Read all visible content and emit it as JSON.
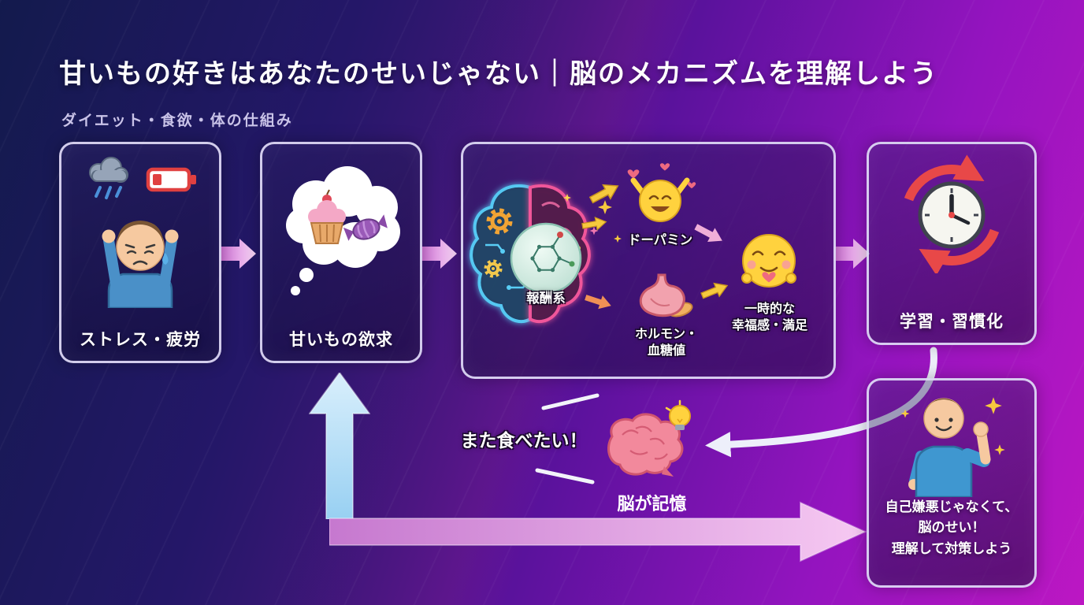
{
  "page": {
    "title": "甘いもの好きはあなたのせいじゃない｜脳のメカニズムを理解しよう",
    "subtitle": "ダイエット・食欲・体の仕組み"
  },
  "flow": {
    "stress": {
      "label": "ストレス・疲労"
    },
    "craving": {
      "label": "甘いもの欲求"
    },
    "reward": {
      "reward_system": "報酬系",
      "dopamine": "ドーパミン",
      "hormone_line1": "ホルモン・",
      "hormone_line2": "血糖値",
      "satisfaction_line1": "一時的な",
      "satisfaction_line2": "幸福感・満足"
    },
    "habit": {
      "label": "学習・習慣化"
    },
    "memory": {
      "label": "脳が記憶",
      "callout": "また食べたい！"
    },
    "message": {
      "line1": "自己嫌悪じゃなくて、",
      "line2": "脳のせい！",
      "line3": "理解して対策しよう"
    }
  },
  "icons": [
    "rain-cloud-icon",
    "low-battery-icon",
    "stressed-person-icon",
    "thought-bubble-icon",
    "cupcake-icon",
    "candy-icon",
    "brain-reward-icon",
    "molecule-icon",
    "gear-icon",
    "dopamine-emoji-icon",
    "stomach-icon",
    "happy-emoji-icon",
    "clock-repeat-icon",
    "brain-memory-icon",
    "lightbulb-icon",
    "flexing-person-icon",
    "sparkle-icon",
    "flow-arrow-right-icon",
    "loop-arrow-up-icon",
    "loop-arrow-long-icon",
    "curved-arrow-icon"
  ],
  "colors": {
    "background_start": "#131a4d",
    "background_end": "#bc17c3",
    "box_border": "#e2dcf8",
    "arrow_pink": "#e9a8e4",
    "arrow_blue": "#aedcf5",
    "accent_yellow": "#ffd23e",
    "accent_red": "#e84848",
    "neon_blue": "#55c8f2",
    "neon_pink": "#f0569a"
  }
}
